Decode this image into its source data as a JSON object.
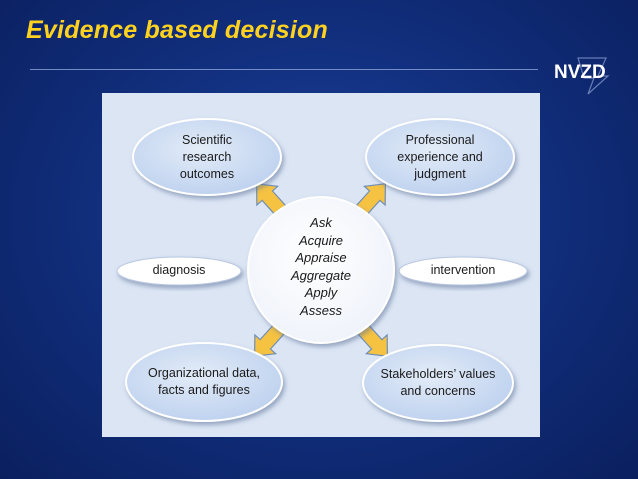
{
  "slide": {
    "title": "Evidence based decision",
    "logo_text": "NVZD"
  },
  "diagram": {
    "center_steps": [
      "Ask",
      "Acquire",
      "Appraise",
      "Aggregate",
      "Apply",
      "Assess"
    ],
    "nodes": {
      "scientific": "Scientific research outcomes",
      "professional": "Professional experience and judgment",
      "organizational": "Organizational data, facts and figures",
      "stakeholders": "Stakeholders’ values and concerns",
      "diagnosis": "diagnosis",
      "intervention": "intervention"
    },
    "colors": {
      "title": "#ffd21f",
      "background": "#12307f",
      "panel": "#dbe5f4",
      "ellipse_fill": "#c9d9f1",
      "center_fill": "#ffffff",
      "arrow_fill": "#f5c242"
    }
  }
}
